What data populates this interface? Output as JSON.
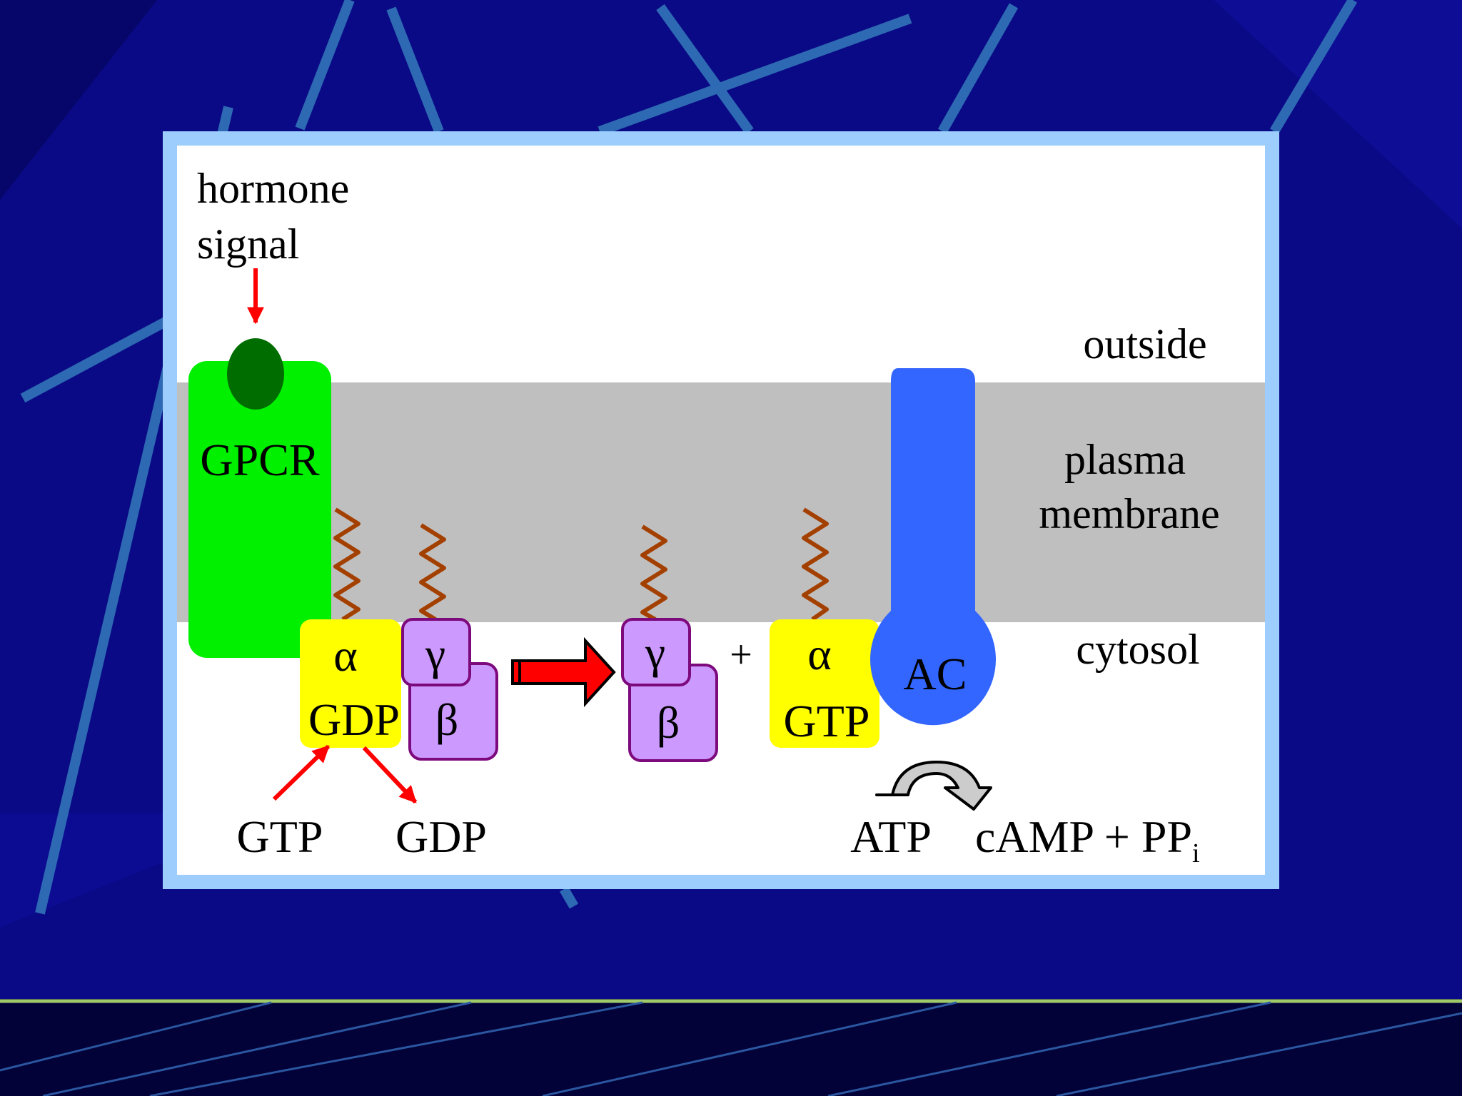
{
  "labels": {
    "hormone_line1": "hormone",
    "hormone_line2": "signal",
    "outside": "outside",
    "plasma_line1": "plasma",
    "plasma_line2": "membrane",
    "cytosol": "cytosol",
    "gpcr": "GPCR",
    "alpha": "α",
    "gamma": "γ",
    "beta": "β",
    "gdp_on_alpha": "GDP",
    "gtp_on_alpha": "GTP",
    "plus": "+",
    "ac": "AC",
    "gtp_in": "GTP",
    "gdp_out": "GDP",
    "atp": "ATP",
    "camp_pp": "cAMP + PP",
    "pp_subscript": "i"
  },
  "colors": {
    "slide_background": "#0a0a86",
    "panel_border": "#9ccdfc",
    "membrane": "#c0bfbf",
    "gpcr": "#00f000",
    "hormone": "#006d00",
    "alpha_subunit": "#ffff00",
    "beta_gamma_fill": "#cc99ff",
    "beta_gamma_border": "#7d0a7d",
    "lipid_anchor": "#a34000",
    "adenylyl_cyclase": "#3366ff",
    "arrow_red": "#ff0000",
    "conversion_arrow": "#cccccc"
  }
}
